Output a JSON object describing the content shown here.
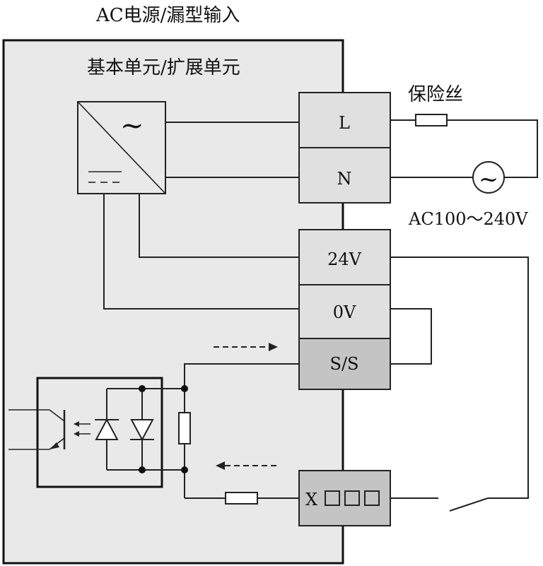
{
  "title": "AC电源/漏型输入",
  "unit_label": "基本单元/扩展单元",
  "fuse_label": "保险丝",
  "voltage_label": "AC100～240V",
  "terminals": {
    "L": "L",
    "N": "N",
    "v24": "24V",
    "v0": "0V",
    "ss": "S/S",
    "x": "X"
  },
  "ac_symbol": "~",
  "colors": {
    "unit_fill": "#e9e9e9",
    "terminal_light": "#e0e0e0",
    "terminal_dark": "#c4c4c4",
    "line": "#222222"
  }
}
